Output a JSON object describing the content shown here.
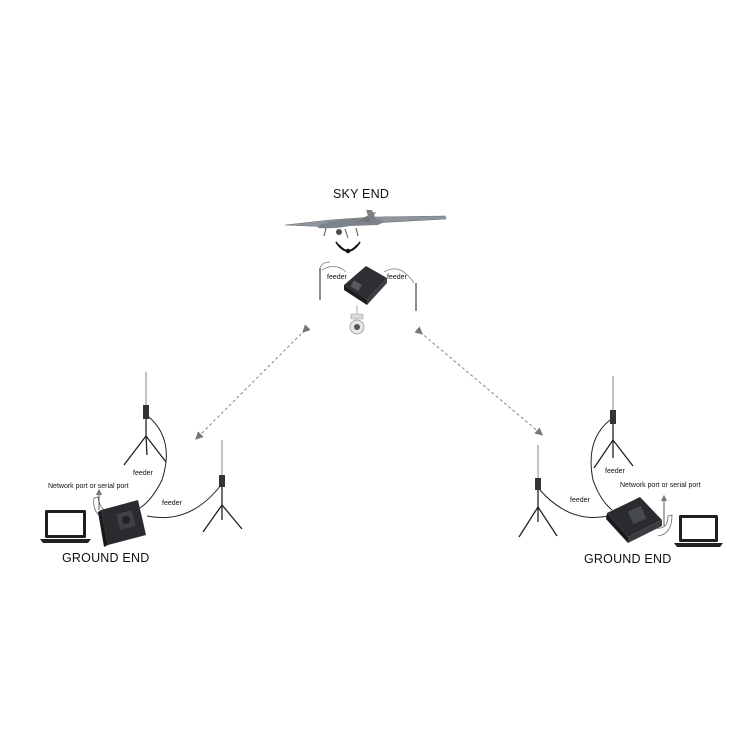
{
  "sky": {
    "title": "SKY END",
    "feeder_left": "feeder",
    "feeder_right": "feeder"
  },
  "ground_left": {
    "title": "GROUND END",
    "port_label": "Network port or serial port",
    "feeder_upper": "feeder",
    "feeder_lower": "feeder"
  },
  "ground_right": {
    "title": "GROUND END",
    "port_label": "Network port or serial port",
    "feeder_upper": "feeder",
    "feeder_lower": "feeder"
  },
  "colors": {
    "device": "#2e2e31",
    "device_face": "#1d1d20",
    "cable": "#222222",
    "link": "#8a8a8a",
    "drone": "#8c9299"
  }
}
